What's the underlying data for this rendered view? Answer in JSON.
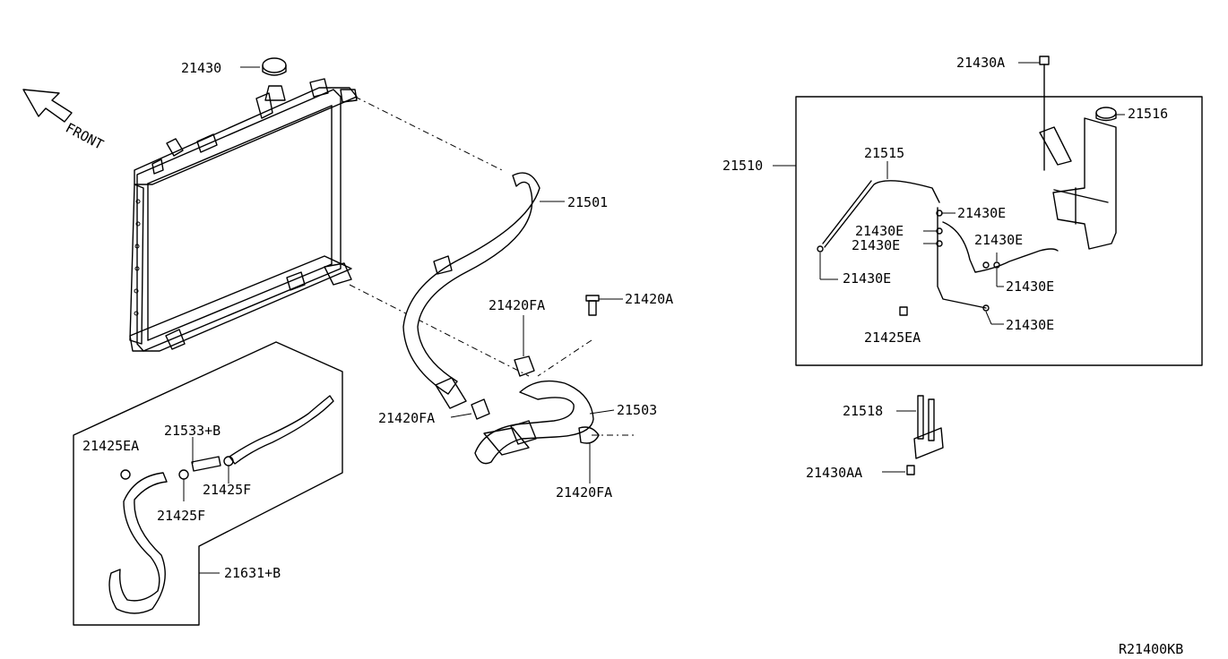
{
  "front_label": "FRONT",
  "diagram_ref": "R21400KB",
  "callouts": [
    {
      "id": "c-21430",
      "text": "21430"
    },
    {
      "id": "c-21501",
      "text": "21501"
    },
    {
      "id": "c-21420a",
      "text": "21420A"
    },
    {
      "id": "c-21420fa-1",
      "text": "21420FA"
    },
    {
      "id": "c-21420fa-2",
      "text": "21420FA"
    },
    {
      "id": "c-21420fa-3",
      "text": "21420FA"
    },
    {
      "id": "c-21503",
      "text": "21503"
    },
    {
      "id": "c-21425ea-1",
      "text": "21425EA"
    },
    {
      "id": "c-21533b",
      "text": "21533+B"
    },
    {
      "id": "c-21425f-1",
      "text": "21425F"
    },
    {
      "id": "c-21425f-2",
      "text": "21425F"
    },
    {
      "id": "c-21631b",
      "text": "21631+B"
    },
    {
      "id": "c-21430a",
      "text": "21430A"
    },
    {
      "id": "c-21516",
      "text": "21516"
    },
    {
      "id": "c-21510",
      "text": "21510"
    },
    {
      "id": "c-21515",
      "text": "21515"
    },
    {
      "id": "c-21430e-1",
      "text": "21430E"
    },
    {
      "id": "c-21430e-2",
      "text": "21430E"
    },
    {
      "id": "c-21430e-3",
      "text": "21430E"
    },
    {
      "id": "c-21430e-4",
      "text": "21430E"
    },
    {
      "id": "c-21430e-5",
      "text": "21430E"
    },
    {
      "id": "c-21430e-6",
      "text": "21430E"
    },
    {
      "id": "c-21430e-7",
      "text": "21430E"
    },
    {
      "id": "c-21425ea-2",
      "text": "21425EA"
    },
    {
      "id": "c-21518",
      "text": "21518"
    },
    {
      "id": "c-21430aa",
      "text": "21430AA"
    }
  ]
}
